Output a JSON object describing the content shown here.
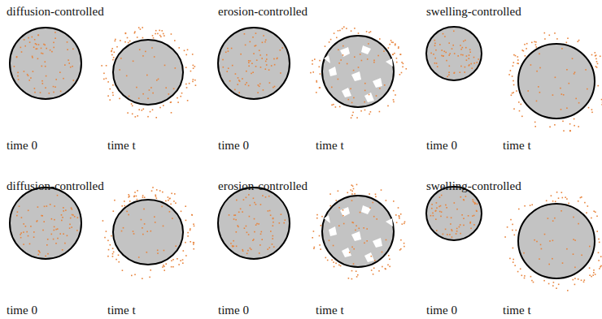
{
  "diagram": {
    "labels": [
      "diffusion-controlled",
      "erosion-controlled",
      "swelling-controlled",
      "time 0",
      "time t",
      "time 0",
      "time t",
      "time 0",
      "time t",
      "diffusion-controlled",
      "erosion-controlled",
      "swelling-controlled",
      "time 0",
      "time t",
      "time 0",
      "time t",
      "time 0",
      "time t"
    ]
  }
}
